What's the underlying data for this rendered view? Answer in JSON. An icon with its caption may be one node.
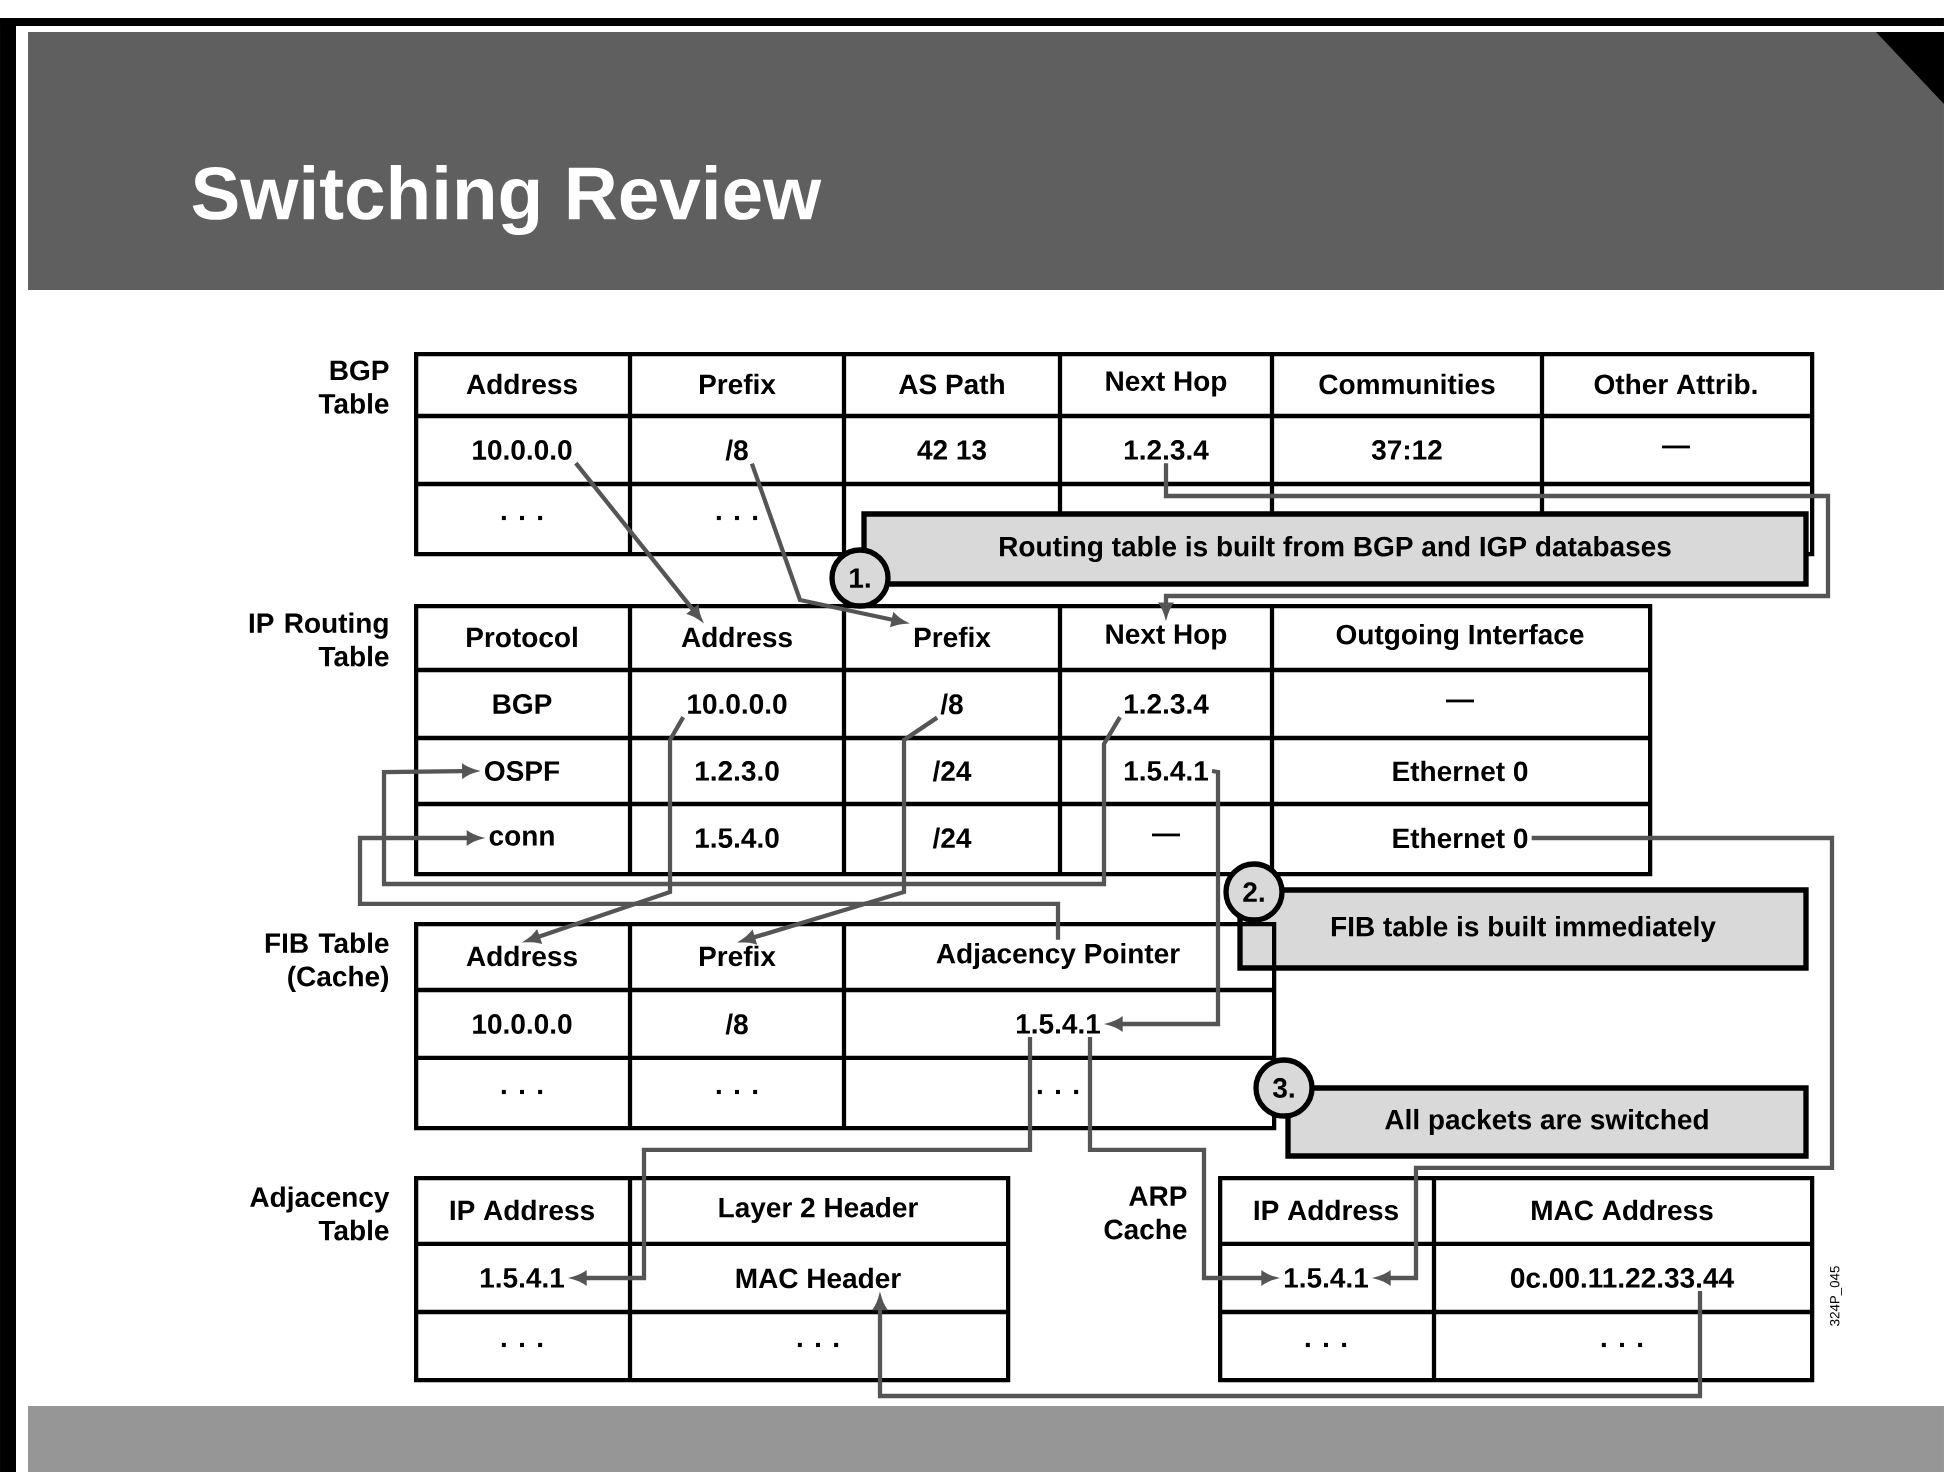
{
  "diagram": {
    "title": "Switching Review",
    "nodes": [
      {
        "text": [
          "BGP Table"
        ]
      },
      {
        "text": [
          "Address"
        ],
        "in": 0
      },
      {
        "text": [
          "Prefix"
        ],
        "in": 0
      },
      {
        "text": [
          "AS Path"
        ],
        "in": 0
      },
      {
        "text": [
          "Next Hop"
        ],
        "in": 0
      },
      {
        "text": [
          "Communities"
        ],
        "in": 0
      },
      {
        "text": [
          "Other Attrib."
        ],
        "in": 0
      },
      {
        "text": [
          "10.0.0.0"
        ],
        "in": 0
      },
      {
        "text": [
          "/8"
        ],
        "in": 0
      },
      {
        "text": [
          "42 13"
        ],
        "in": 0
      },
      {
        "text": [
          "1.2.3.4"
        ],
        "in": 0
      },
      {
        "text": [
          "37:12"
        ],
        "in": 0
      },
      {
        "text": [
          "—"
        ],
        "in": 0
      },
      {
        "text": [
          ". . ."
        ],
        "in": 0
      },
      {
        "text": [
          ". . ."
        ],
        "in": 0
      },
      {
        "text": [
          "1.",
          "Routing table is built from BGP and IGP databases"
        ]
      },
      {
        "text": [
          "IP Routing Table"
        ]
      },
      {
        "text": [
          "Protocol"
        ],
        "in": 16
      },
      {
        "text": [
          "Address"
        ],
        "in": 16
      },
      {
        "text": [
          "Prefix"
        ],
        "in": 16
      },
      {
        "text": [
          "Next Hop"
        ],
        "in": 16
      },
      {
        "text": [
          "Outgoing Interface"
        ],
        "in": 16
      },
      {
        "text": [
          "BGP"
        ],
        "in": 16
      },
      {
        "text": [
          "10.0.0.0"
        ],
        "in": 16
      },
      {
        "text": [
          "/8"
        ],
        "in": 16
      },
      {
        "text": [
          "1.2.3.4"
        ],
        "in": 16
      },
      {
        "text": [
          "—"
        ],
        "in": 16
      },
      {
        "text": [
          "OSPF"
        ],
        "in": 16
      },
      {
        "text": [
          "1.2.3.0"
        ],
        "in": 16
      },
      {
        "text": [
          "/24"
        ],
        "in": 16
      },
      {
        "text": [
          "1.5.4.1"
        ],
        "in": 16
      },
      {
        "text": [
          "Ethernet 0"
        ],
        "in": 16
      },
      {
        "text": [
          "conn"
        ],
        "in": 16
      },
      {
        "text": [
          "1.5.4.0"
        ],
        "in": 16
      },
      {
        "text": [
          "/24"
        ],
        "in": 16
      },
      {
        "text": [
          "—"
        ],
        "in": 16
      },
      {
        "text": [
          "Ethernet 0"
        ],
        "in": 16
      },
      {
        "text": [
          "2.",
          "FIB table is built immediately"
        ]
      },
      {
        "text": [
          "FIB Table (Cache)"
        ]
      },
      {
        "text": [
          "Address"
        ],
        "in": 38
      },
      {
        "text": [
          "Prefix"
        ],
        "in": 38
      },
      {
        "text": [
          "Adjacency Pointer"
        ],
        "in": 38
      },
      {
        "text": [
          "10.0.0.0"
        ],
        "in": 38
      },
      {
        "text": [
          "/8"
        ],
        "in": 38
      },
      {
        "text": [
          "1.5.4.1"
        ],
        "in": 38
      },
      {
        "text": [
          ". . ."
        ],
        "in": 38
      },
      {
        "text": [
          ". . ."
        ],
        "in": 38
      },
      {
        "text": [
          ". . ."
        ],
        "in": 38
      },
      {
        "text": [
          "3.",
          "All packets are switched"
        ]
      },
      {
        "text": [
          "Adjacency Table"
        ]
      },
      {
        "text": [
          "IP Address"
        ],
        "in": 49
      },
      {
        "text": [
          "Layer 2 Header"
        ],
        "in": 49
      },
      {
        "text": [
          "1.5.4.1"
        ],
        "in": 49
      },
      {
        "text": [
          "MAC Header"
        ],
        "in": 49
      },
      {
        "text": [
          ". . ."
        ],
        "in": 49
      },
      {
        "text": [
          ". . ."
        ],
        "in": 49
      },
      {
        "text": [
          "ARP Cache"
        ]
      },
      {
        "text": [
          "IP Address"
        ],
        "in": 56
      },
      {
        "text": [
          "MAC Address"
        ],
        "in": 56
      },
      {
        "text": [
          "1.5.4.1"
        ],
        "in": 56
      },
      {
        "text": [
          "0c.00.11.22.33.44"
        ],
        "in": 56
      },
      {
        "text": [
          ". . ."
        ],
        "in": 56
      },
      {
        "text": [
          ". . ."
        ],
        "in": 56
      }
    ],
    "edges": [
      {
        "from": 7,
        "to": 18,
        "arrow": "to"
      },
      {
        "from": 8,
        "to": 19,
        "arrow": "to"
      },
      {
        "from": 10,
        "to": 20,
        "arrow": "to"
      },
      {
        "from": 23,
        "to": 39,
        "arrow": "to"
      },
      {
        "from": 24,
        "to": 40,
        "arrow": "to"
      },
      {
        "from": 25,
        "to": 27,
        "arrow": "to"
      },
      {
        "from": 41,
        "to": 32,
        "arrow": "to"
      },
      {
        "from": 30,
        "to": 44,
        "arrow": "to"
      },
      {
        "from": 36,
        "to": 59,
        "arrow": "to"
      },
      {
        "from": 44,
        "to": 52,
        "arrow": "to"
      },
      {
        "from": 44,
        "to": 59,
        "arrow": "to"
      },
      {
        "from": 60,
        "to": 53,
        "arrow": "to"
      }
    ],
    "labels": [
      "324P_045"
    ]
  }
}
